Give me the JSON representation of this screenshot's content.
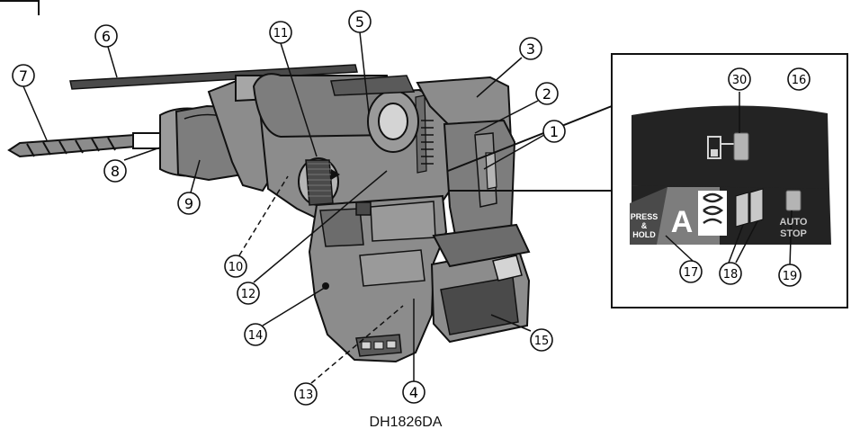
{
  "model": "DH1826DA",
  "callouts": [
    {
      "id": "c1",
      "label": "1"
    },
    {
      "id": "c2",
      "label": "2"
    },
    {
      "id": "c3",
      "label": "3"
    },
    {
      "id": "c4",
      "label": "4"
    },
    {
      "id": "c5",
      "label": "5"
    },
    {
      "id": "c6",
      "label": "6"
    },
    {
      "id": "c7",
      "label": "7"
    },
    {
      "id": "c8",
      "label": "8"
    },
    {
      "id": "c9",
      "label": "9"
    },
    {
      "id": "c10",
      "label": "10"
    },
    {
      "id": "c11",
      "label": "11"
    },
    {
      "id": "c12",
      "label": "12"
    },
    {
      "id": "c13",
      "label": "13"
    },
    {
      "id": "c14",
      "label": "14"
    },
    {
      "id": "c15",
      "label": "15"
    },
    {
      "id": "c16",
      "label": "16"
    },
    {
      "id": "c17",
      "label": "17"
    },
    {
      "id": "c18",
      "label": "18"
    },
    {
      "id": "c19",
      "label": "19"
    },
    {
      "id": "c30",
      "label": "30"
    }
  ],
  "panel": {
    "press_hold": [
      "PRESS",
      "&",
      "HOLD"
    ],
    "mode_letter": "A",
    "auto_stop": [
      "AUTO",
      "STOP"
    ]
  },
  "colors": {
    "ink": "#111111",
    "body_gray": "#8c8c8c",
    "light_gray": "#c8c8c8",
    "dark_gray": "#4a4a4a",
    "panel_dark": "#232323",
    "led": "#b4b4b4"
  }
}
